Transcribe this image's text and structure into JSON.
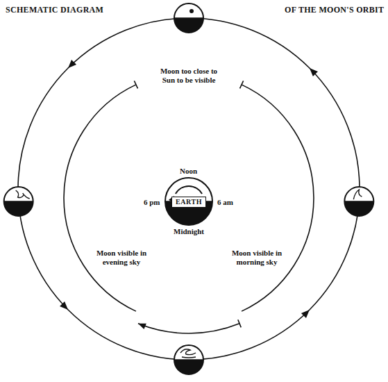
{
  "diagram": {
    "title": "SCHEMATIC DIAGRAM",
    "nodes": [
      {
        "text": [
          "EARTH"
        ]
      }
    ],
    "labels": [
      "OF THE MOON'S ORBIT",
      "Moon too close to Sun to be visible",
      "Noon",
      "6 pm",
      "6 am",
      "Midnight",
      "Moon visible in evening sky",
      "Moon visible in morning sky"
    ]
  }
}
